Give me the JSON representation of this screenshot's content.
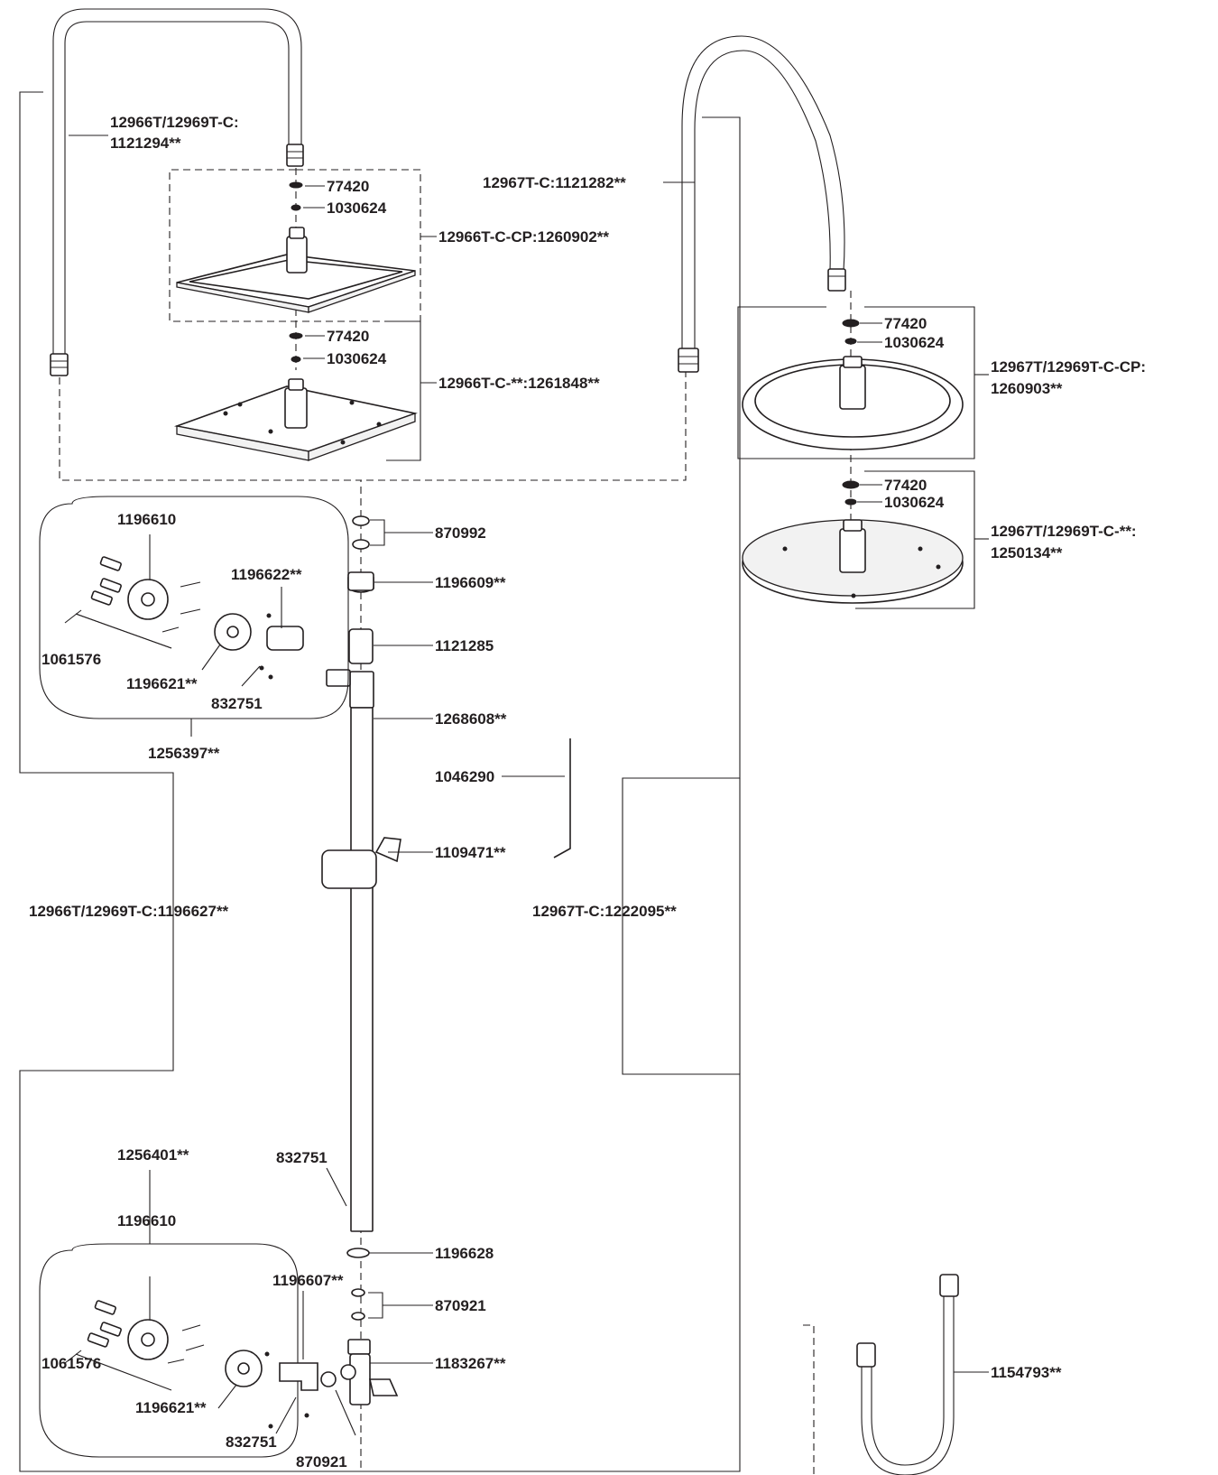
{
  "labels": {
    "arm_square": "12966T/12969T-C:",
    "arm_square_2": "1121294**",
    "arm_round": "12967T-C:1121282**",
    "washer_a1": "77420",
    "restrictor_a1": "1030624",
    "head_square_cp": "12966T-C-CP:1260902**",
    "washer_a2": "77420",
    "restrictor_a2": "1030624",
    "head_square_other": "12966T-C-**:1261848**",
    "washer_b1": "77420",
    "restrictor_b1": "1030624",
    "head_round_cp": "12967T/12969T-C-CP:",
    "head_round_cp_2": "1260903**",
    "washer_b2": "77420",
    "restrictor_b2": "1030624",
    "head_round_other": "12967T/12969T-C-**:",
    "head_round_other_2": "1250134**",
    "o_rings_top": "870992",
    "nut_top": "1196609**",
    "sleeve": "1121285",
    "rail": "1268608**",
    "hex_key": "1046290",
    "slider": "1109471**",
    "upper_flange": "1196610",
    "upper_elbow": "1196622**",
    "upper_anchors": "1061576",
    "upper_cover": "1196621**",
    "upper_setscrew": "832751",
    "upper_bracket_kit": "1256397**",
    "kit_square": "12966T/12969T-C:1196627**",
    "kit_round": "12967T-C:1222095**",
    "lower_bracket_kit": "1256401**",
    "lower_flange": "1196610",
    "lower_elbow": "1196607**",
    "lower_anchors": "1061576",
    "lower_cover": "1196621**",
    "lower_setscrew": "832751",
    "lower_oring": "870921",
    "rail_setscrew": "832751",
    "rail_washer": "1196628",
    "o_rings_bottom": "870921",
    "diverter": "1183267**",
    "hose": "1154793**"
  }
}
